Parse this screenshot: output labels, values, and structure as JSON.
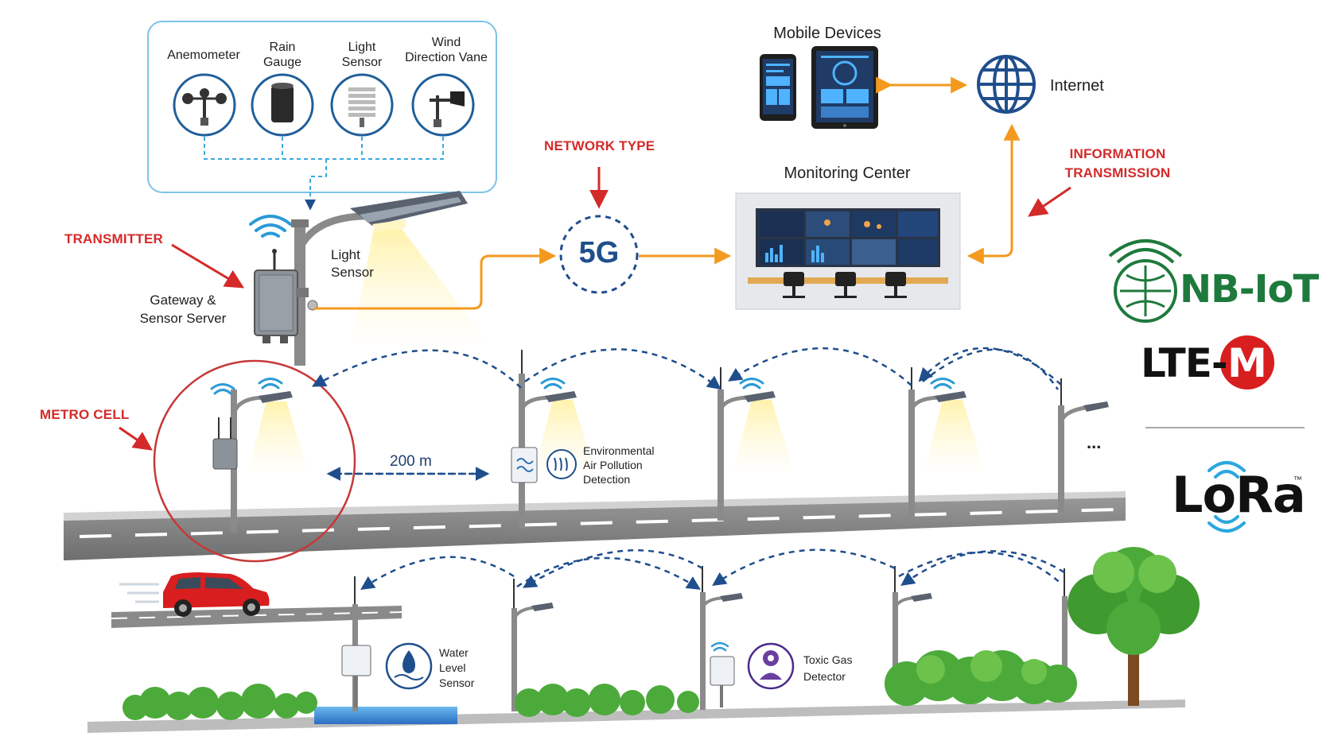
{
  "sensors": [
    {
      "label": "Anemometer",
      "icon": "anemometer-icon"
    },
    {
      "label": "Rain\nGauge",
      "icon": "rain-gauge-icon"
    },
    {
      "label": "Light\nSensor",
      "icon": "light-sensor-icon"
    },
    {
      "label": "Wind\nDirection Vane",
      "icon": "wind-vane-icon"
    }
  ],
  "callouts": {
    "transmitter": "TRANSMITTER",
    "metro_cell": "METRO CELL",
    "network_type": "NETWORK TYPE",
    "information_transmission": "INFORMATION\nTRANSMISSION"
  },
  "gateway": {
    "label": "Gateway &\nSensor Server",
    "light_sensor": "Light\nSensor"
  },
  "network": {
    "fiveg": "5G",
    "monitoring_center": "Monitoring Center",
    "mobile_devices": "Mobile Devices",
    "internet": "Internet"
  },
  "road": {
    "distance": "200 m",
    "ellipsis": "...",
    "env_sensor": "Environmental\nAir Pollution\nDetection",
    "water_sensor": "Water\nLevel\nSensor",
    "gas_sensor": "Toxic Gas\nDetector"
  },
  "logos": {
    "nbiot": "NB-IoT",
    "ltem_prefix": "LTE-",
    "ltem_letter": "M",
    "lora": "LoRa",
    "tm": "™"
  },
  "colors": {
    "red_label": "#d42a2a",
    "orange_link": "#f39a1e",
    "blue_dash": "#1f4e8c",
    "sky_blue": "#3aa8e0",
    "nbiot_green": "#1e7a3c",
    "ltem_red": "#d81e1e"
  }
}
